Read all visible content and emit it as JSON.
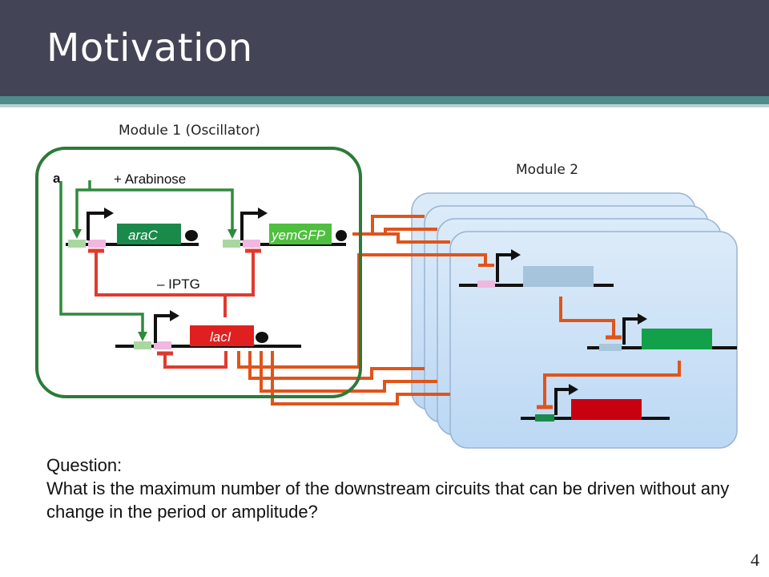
{
  "slide": {
    "title": "Motivation",
    "page_number": "4"
  },
  "diagram": {
    "module1_label": "Module 1 (Oscillator)",
    "module2_label": "Module 2",
    "panel_letter": "a",
    "arabinose_label": "+ Arabinose",
    "iptg_label": "– IPTG",
    "genes": {
      "arac": "araC",
      "yemgfp": "yemGFP",
      "laci": "lacI"
    },
    "colors": {
      "green_gene": "#1a8a4a",
      "red_gene": "#e02020",
      "activation": "#2e8b3c",
      "repression": "#e03a30",
      "wire": "#e0541a",
      "module_border": "#2d7a3a",
      "promoter_green": "#a8d8a0",
      "promoter_pink": "#f0b8e0"
    }
  },
  "question": {
    "heading": "Question:",
    "text": "What is the maximum number of the downstream circuits that can be driven without any change in the period or amplitude?"
  }
}
